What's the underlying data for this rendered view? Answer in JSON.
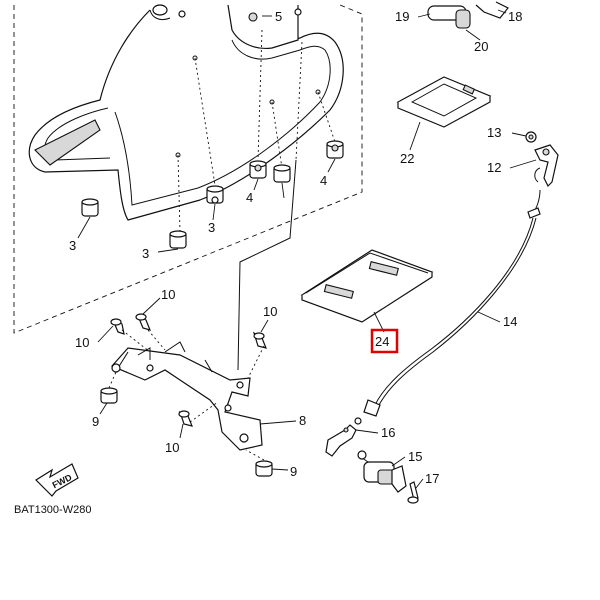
{
  "diagram_code": "BAT1300-W280",
  "fwd_label": "FWD",
  "highlight_color": "#e00000",
  "highlighted_part": "24",
  "callouts": [
    {
      "id": "c3a",
      "label": "3"
    },
    {
      "id": "c3b",
      "label": "3"
    },
    {
      "id": "c3c",
      "label": "3"
    },
    {
      "id": "c4a",
      "label": "4"
    },
    {
      "id": "c4b",
      "label": "4"
    },
    {
      "id": "c5",
      "label": "5"
    },
    {
      "id": "c8",
      "label": "8"
    },
    {
      "id": "c9a",
      "label": "9"
    },
    {
      "id": "c9b",
      "label": "9"
    },
    {
      "id": "c10a",
      "label": "10"
    },
    {
      "id": "c10b",
      "label": "10"
    },
    {
      "id": "c10c",
      "label": "10"
    },
    {
      "id": "c10d",
      "label": "10"
    },
    {
      "id": "c12",
      "label": "12"
    },
    {
      "id": "c13",
      "label": "13"
    },
    {
      "id": "c14",
      "label": "14"
    },
    {
      "id": "c15",
      "label": "15"
    },
    {
      "id": "c16",
      "label": "16"
    },
    {
      "id": "c17",
      "label": "17"
    },
    {
      "id": "c18",
      "label": "18"
    },
    {
      "id": "c19",
      "label": "19"
    },
    {
      "id": "c20",
      "label": "20"
    },
    {
      "id": "c22",
      "label": "22"
    },
    {
      "id": "c24",
      "label": "24"
    }
  ]
}
